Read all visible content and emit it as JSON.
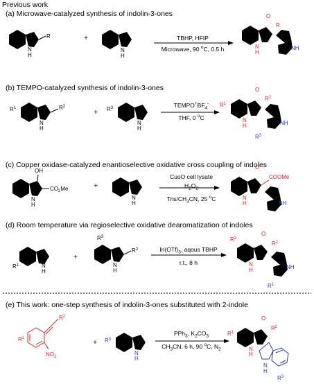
{
  "header": "Previous work",
  "sections": [
    {
      "title": "(a) Microwave-catalyzed synthesis of indolin-3-ones",
      "conditions_top": "TBHP, HFIP",
      "conditions_bottom": "Microwave, 90 oC, 0.5 h"
    },
    {
      "title": "(b) TEMPO-catalyzed synthesis of indolin-3-ones",
      "conditions_top": "TEMPO+BF4-",
      "conditions_bottom": "THF, 0 oC"
    },
    {
      "title": "(c) Copper oxidase-catalyzed enantioselective oxidative cross coupling of indoles",
      "conditions_top": "CuoO cell lysate",
      "conditions_mid": "H2O2",
      "conditions_bottom": "Tris/CH3CN, 25 oC"
    },
    {
      "title": "(d) Room temperature via regioselective oxidative dearomatization of indoles",
      "conditions_top": "In(OTf)3, aqous TBHP",
      "conditions_bottom": "r.t., 8 h"
    },
    {
      "title": "(e) This work: one-step synthesis of indolin-3-ones substituted with 2-indole",
      "conditions_top": "PPh3, K2CO3",
      "conditions_bottom": "CH3CN, 6 h, 90 oC, N2"
    }
  ],
  "plus": "+",
  "atoms": {
    "N": "N",
    "H": "H",
    "O": "O",
    "NH": "NH",
    "OH": "OH",
    "R": "R",
    "R1": "R1",
    "R2": "R2",
    "R3": "R3",
    "CO2Me": "CO2Me",
    "COOMe": "COOMe",
    "NO2": "NO2"
  }
}
